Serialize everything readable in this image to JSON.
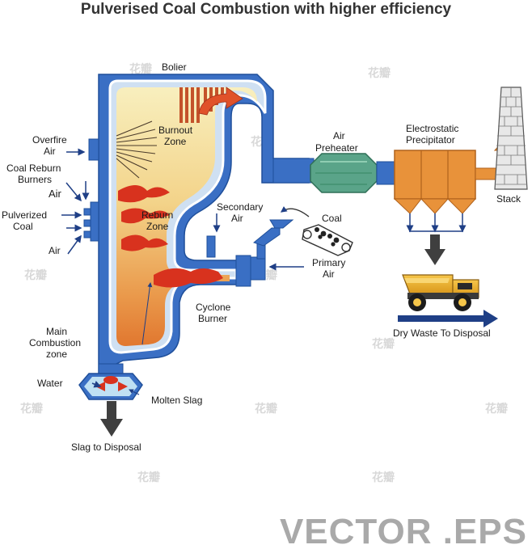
{
  "title": "Pulverised Coal Combustion with higher efficiency",
  "labels": {
    "boiler": "Bolier",
    "burnout_zone_1": "Burnout",
    "burnout_zone_2": "Zone",
    "reburn_zone_1": "Reburn",
    "reburn_zone_2": "Zone",
    "overfire_air_1": "Overfire",
    "overfire_air_2": "Air",
    "coal_reburn_1": "Coal Reburn",
    "coal_reburn_2": "Burners",
    "air_top": "Air",
    "pulverized_coal_1": "Pulverized",
    "pulverized_coal_2": "Coal",
    "air_bottom": "Air",
    "main_combustion_1": "Main",
    "main_combustion_2": "Combustion",
    "main_combustion_3": "zone",
    "water": "Water",
    "molten_slag": "Molten Slag",
    "slag_to_disposal": "Slag to Disposal",
    "secondary_air_1": "Secondary",
    "secondary_air_2": "Air",
    "coal": "Coal",
    "primary_air_1": "Primary",
    "primary_air_2": "Air",
    "cyclone_burner_1": "Cyclone",
    "cyclone_burner_2": "Burner",
    "air_preheater_1": "Air",
    "air_preheater_2": "Preheater",
    "esp_1": "Electrostatic",
    "esp_2": "Precipitator",
    "stack": "Stack",
    "dry_waste": "Dry Waste To Disposal"
  },
  "format_tag": "VECTOR .EPS",
  "watermark": "花瓣",
  "colors": {
    "pipe_blue": "#3a6fc4",
    "pipe_dark": "#1f4f9a",
    "fire_light": "#f6e7a8",
    "fire_dark": "#e0742a",
    "flame": "#d8321e",
    "preheater_green": "#5aa489",
    "esp_orange": "#e8923a",
    "arrow_navy": "#1f3f86",
    "truck_yellow": "#f0b02a",
    "brick": "#c9c9c9"
  }
}
